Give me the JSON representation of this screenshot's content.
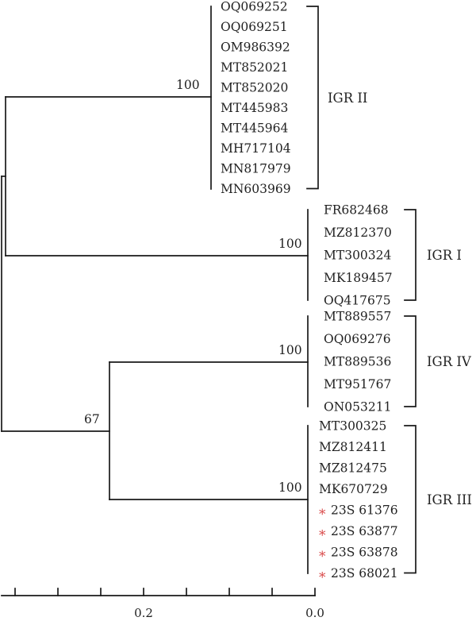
{
  "tree": {
    "clades": [
      {
        "group": "IGR II",
        "bootstrap": "100",
        "leaves": [
          {
            "label": "OQ069252",
            "flag": false
          },
          {
            "label": "OQ069251",
            "flag": false
          },
          {
            "label": "OM986392",
            "flag": false
          },
          {
            "label": "MT852021",
            "flag": false
          },
          {
            "label": "MT852020",
            "flag": false
          },
          {
            "label": "MT445983",
            "flag": false
          },
          {
            "label": "MT445964",
            "flag": false
          },
          {
            "label": "MH717104",
            "flag": false
          },
          {
            "label": "MN817979",
            "flag": false
          },
          {
            "label": "MN603969",
            "flag": false
          }
        ]
      },
      {
        "group": "IGR I",
        "bootstrap": "100",
        "leaves": [
          {
            "label": "FR682468",
            "flag": false
          },
          {
            "label": "MZ812370",
            "flag": false
          },
          {
            "label": "MT300324",
            "flag": false
          },
          {
            "label": "MK189457",
            "flag": false
          },
          {
            "label": "OQ417675",
            "flag": false
          }
        ]
      },
      {
        "group": "IGR IV",
        "bootstrap": "100",
        "leaves": [
          {
            "label": "MT889557",
            "flag": false
          },
          {
            "label": "OQ069276",
            "flag": false
          },
          {
            "label": "MT889536",
            "flag": false
          },
          {
            "label": "MT951767",
            "flag": false
          },
          {
            "label": "ON053211",
            "flag": false
          }
        ]
      },
      {
        "group": "IGR III",
        "bootstrap": "100",
        "leaves": [
          {
            "label": "MT300325",
            "flag": false
          },
          {
            "label": "MZ812411",
            "flag": false
          },
          {
            "label": "MZ812475",
            "flag": false
          },
          {
            "label": "MK670729",
            "flag": false
          },
          {
            "label": "23S 61376",
            "flag": true
          },
          {
            "label": "23S 63877",
            "flag": true
          },
          {
            "label": "23S 63878",
            "flag": true
          },
          {
            "label": "23S 68021",
            "flag": true
          }
        ]
      }
    ],
    "inner_bootstrap": "67",
    "flag_symbol": "*",
    "flag_color": "#d94a4a",
    "line_color": "#1a1a1a",
    "axis": {
      "ticks": [
        {
          "value": 0.2,
          "label": "0.2"
        },
        {
          "value": 0.0,
          "label": "0.0"
        }
      ]
    }
  }
}
